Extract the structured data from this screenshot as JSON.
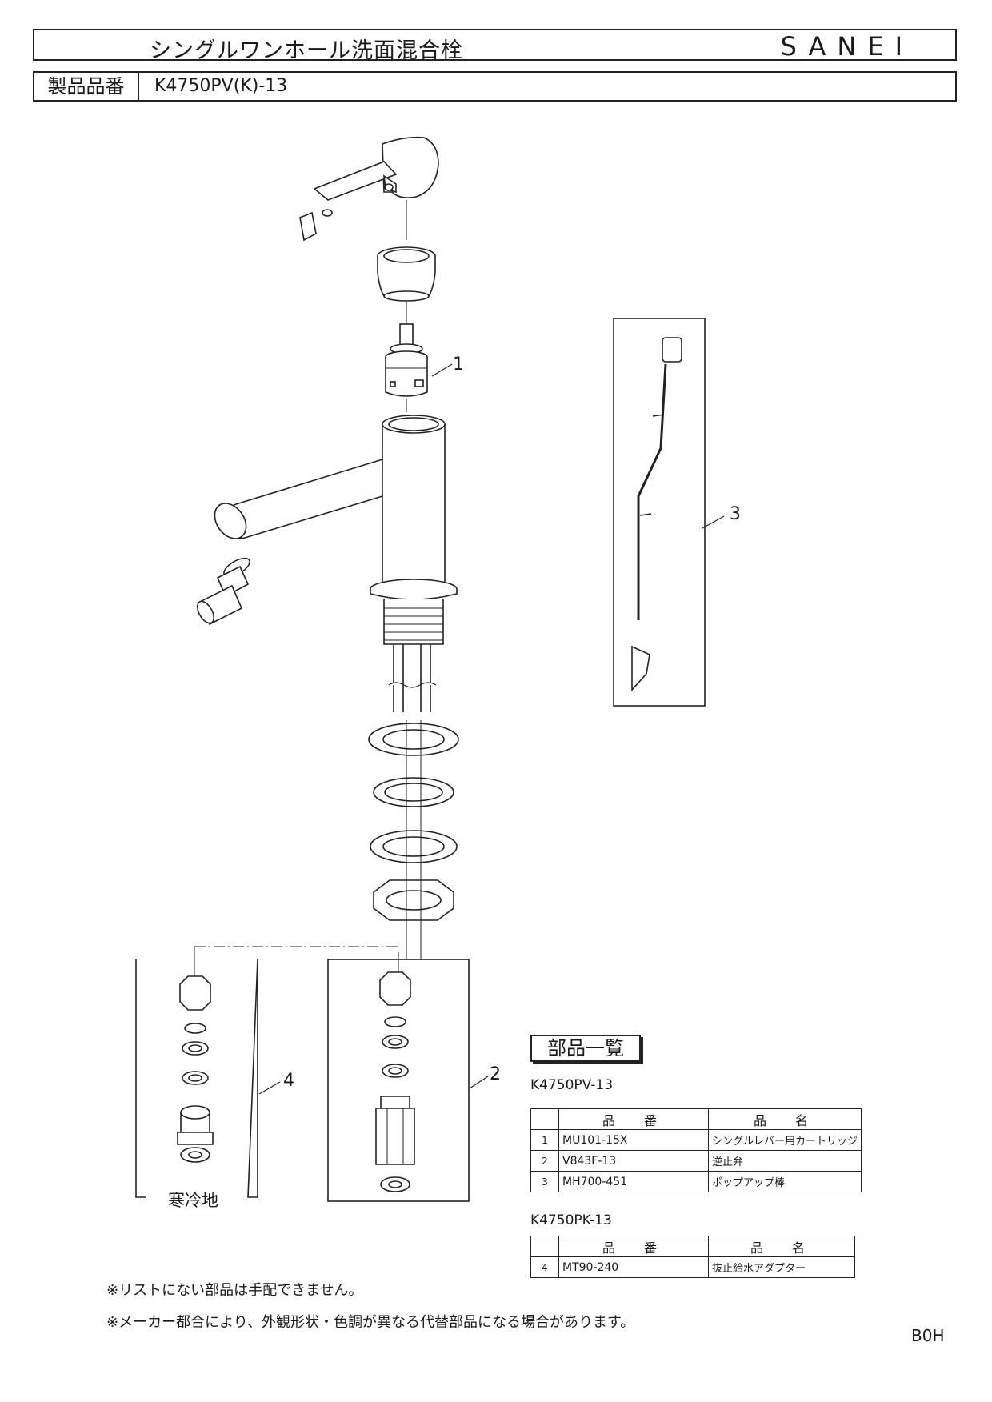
{
  "header": {
    "title": "シングルワンホール洗面混合栓",
    "brand": "SANEI",
    "model_label": "製品品番",
    "model_value": "K4750PV(K)-13"
  },
  "callouts": [
    "1",
    "2",
    "3",
    "4"
  ],
  "cold_region_label": "寒冷地",
  "parts_list": {
    "title": "部品一覧",
    "col_code": "品　番",
    "col_name": "品　名",
    "groups": [
      {
        "model": "K4750PV-13",
        "rows": [
          {
            "no": "1",
            "code": "MU101-15X",
            "name": "シングルレバー用カートリッジ"
          },
          {
            "no": "2",
            "code": "V843F-13",
            "name": "逆止弁"
          },
          {
            "no": "3",
            "code": "MH700-451",
            "name": "ポップアップ棒"
          }
        ]
      },
      {
        "model": "K4750PK-13",
        "rows": [
          {
            "no": "4",
            "code": "MT90-240",
            "name": "抜止給水アダプター"
          }
        ]
      }
    ]
  },
  "notes": [
    "※リストにない部品は手配できません。",
    "※メーカー都合により、外観形状・色調が異なる代替部品になる場合があります。"
  ],
  "corner_code": "B0H"
}
